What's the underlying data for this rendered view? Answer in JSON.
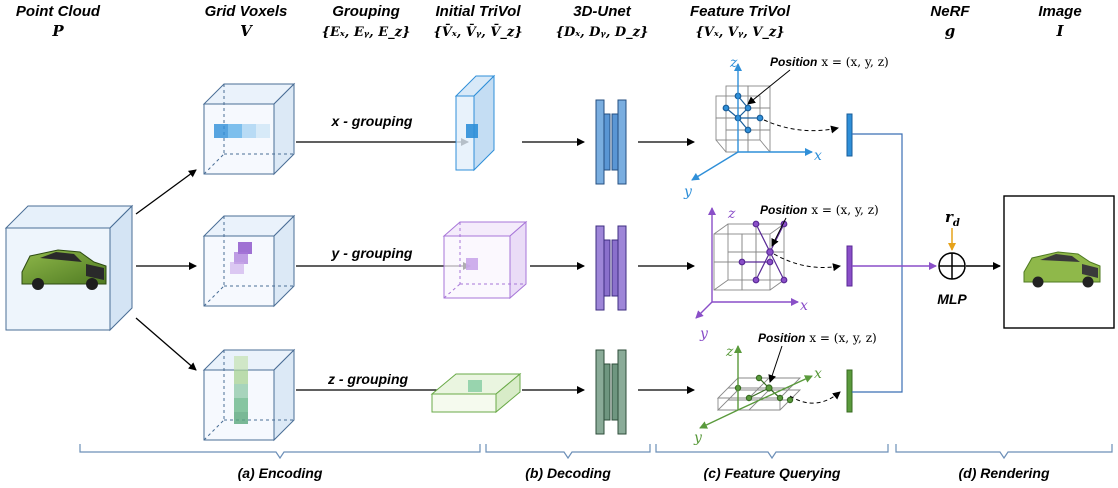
{
  "headers": [
    {
      "title": "Point Cloud",
      "symbol": "P"
    },
    {
      "title": "Grid Voxels",
      "symbol": "V"
    },
    {
      "title": "Grouping",
      "symbol": "{Eₓ, Eᵧ, E_z}"
    },
    {
      "title": "Initial TriVol",
      "symbol": "{V̄ₓ, V̄ᵧ, V̄_z}"
    },
    {
      "title": "3D-Unet",
      "symbol": "{Dₓ, Dᵧ, D_z}"
    },
    {
      "title": "Feature TriVol",
      "symbol": "{Vₓ, Vᵧ, V_z}"
    },
    {
      "title": "NeRF",
      "symbol": "g"
    },
    {
      "title": "Image",
      "symbol": "I"
    }
  ],
  "groupings": [
    "x - grouping",
    "y - grouping",
    "z - grouping"
  ],
  "position_label": "Position",
  "position_formula": "x = (x, y, z)",
  "axes": {
    "x": "x",
    "y": "y",
    "z": "z"
  },
  "ray_dir": "r",
  "ray_sub": "d",
  "mlp_label": "MLP",
  "sections": [
    "(a) Encoding",
    "(b) Decoding",
    "(c) Feature Querying",
    "(d) Rendering"
  ],
  "colors": {
    "x_branch": "#2f8fd8",
    "y_branch": "#8a4fc8",
    "z_branch": "#5a9a3c",
    "ray": "#e6a21a",
    "connector": "#3b6fb5"
  }
}
